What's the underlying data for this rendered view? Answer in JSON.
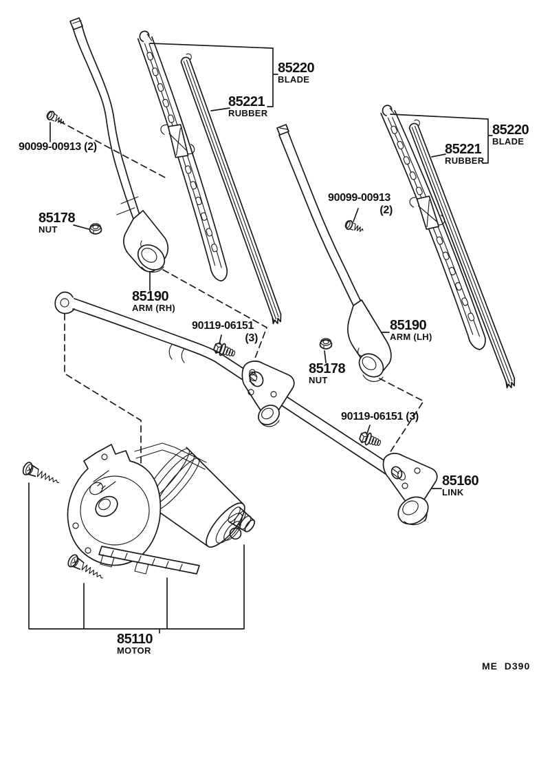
{
  "diagram": {
    "code": "ME  D390",
    "labels": {
      "blade_left": {
        "number": "85220",
        "name": "BLADE"
      },
      "rubber_left": {
        "number": "85221",
        "name": "RUBBER"
      },
      "blade_right": {
        "number": "85220",
        "name": "BLADE"
      },
      "rubber_right": {
        "number": "85221",
        "name": "RUBBER"
      },
      "arm_rh": {
        "number": "85190",
        "name": "ARM (RH)"
      },
      "arm_lh": {
        "number": "85190",
        "name": "ARM (LH)"
      },
      "nut_left": {
        "number": "85178",
        "name": "NUT"
      },
      "nut_right": {
        "number": "85178",
        "name": "NUT"
      },
      "screw_left": {
        "number": "90099-00913",
        "qty": "(2)"
      },
      "screw_right": {
        "number": "90099-00913",
        "qty": "(2)"
      },
      "bolt_mid": {
        "number": "90119-06151",
        "qty": "(3)"
      },
      "bolt_right": {
        "number": "90119-06151",
        "qty": "(3)"
      },
      "link": {
        "number": "85160",
        "name": "LINK"
      },
      "motor": {
        "number": "85110",
        "name": "MOTOR"
      }
    }
  }
}
